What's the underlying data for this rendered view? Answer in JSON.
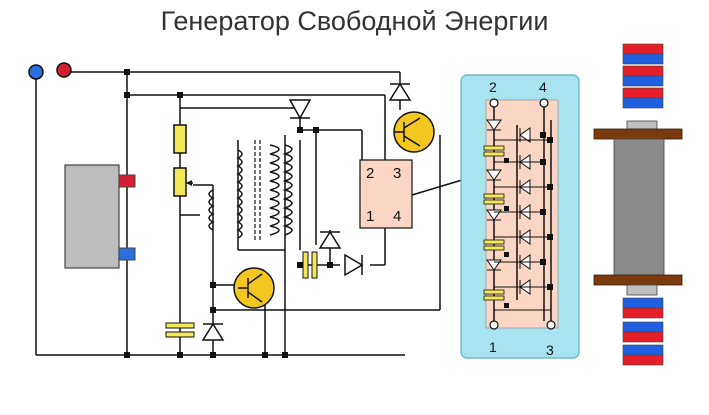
{
  "title": "Генератор Свободной Энергии",
  "ic_pins": [
    "2",
    "3",
    "1",
    "4"
  ],
  "panel_pins": [
    "2",
    "4",
    "1",
    "3"
  ],
  "colors": {
    "terminal_positive": "#d22030",
    "terminal_negative": "#2a6fdb",
    "panel_fill": "#a8e4f0",
    "chip_fill": "#fbd6c4",
    "magnet_red": "#e61e2a",
    "magnet_blue": "#2060e0",
    "core_fill": "#8a8a8a",
    "flange": "#7a3a0e",
    "yellow_part": "#f2e85a",
    "transistor": "#f4c620"
  }
}
